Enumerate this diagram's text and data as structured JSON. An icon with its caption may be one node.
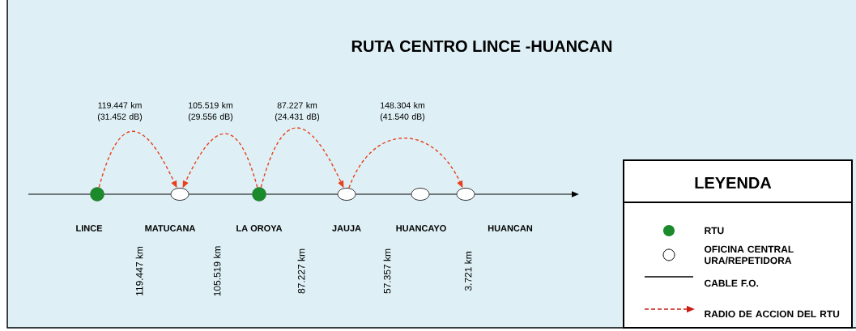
{
  "diagram": {
    "title": "RUTA CENTRO LINCE -HUANCAN",
    "nodes": [
      {
        "text": [],
        "shape": "circle",
        "beside": [
          "LINCE"
        ]
      },
      {
        "text": [],
        "shape": "ellipse",
        "beside": [
          "MATUCANA"
        ]
      },
      {
        "text": [],
        "shape": "circle",
        "beside": [
          "LA OROYA"
        ]
      },
      {
        "text": [],
        "shape": "ellipse",
        "beside": [
          "JAUJA"
        ]
      },
      {
        "text": [],
        "shape": "ellipse",
        "beside": [
          "HUANCAYO"
        ]
      },
      {
        "text": [],
        "shape": "ellipse",
        "beside": [
          "HUANCAN"
        ]
      }
    ],
    "edges": [
      {
        "from": null,
        "to": 0,
        "arrow": "none"
      },
      {
        "from": 0,
        "to": 1,
        "arrow": "none"
      },
      {
        "from": 1,
        "to": 2,
        "arrow": "none"
      },
      {
        "from": 2,
        "to": 3,
        "arrow": "none"
      },
      {
        "from": 3,
        "to": 4,
        "arrow": "none"
      },
      {
        "from": 4,
        "to": 5,
        "arrow": "none"
      },
      {
        "from": 5,
        "to": null,
        "arrow": "to"
      },
      {
        "from": 0,
        "to": 1,
        "arrow": "to",
        "label": "119.447 km (31.452 dB)",
        "style": "dashed",
        "color": "#e8401c"
      },
      {
        "from": 2,
        "to": 1,
        "arrow": "to",
        "label": "105.519 km (29.556 dB)",
        "style": "dashed",
        "color": "#e8401c"
      },
      {
        "from": 2,
        "to": 3,
        "arrow": "to",
        "label": "87.227 km (24.431 dB)",
        "style": "dashed",
        "color": "#e8401c"
      },
      {
        "from": 3,
        "to": 5,
        "arrow": "to",
        "label": "148.304 km (41.540 dB)",
        "style": "dashed",
        "color": "#e8401c"
      }
    ],
    "labels": [
      "119.447 km",
      "105.519 km",
      "87.227 km",
      "57.357 km",
      "3.721 km",
      "LEYENDA"
    ],
    "legend": [
      {
        "text": "RTU",
        "color": "#1a8a2a"
      },
      {
        "text": "OFICINA CENTRAL URA/REPETIDORA"
      },
      {
        "text": "CABLE F.O."
      },
      {
        "text": "RADIO DE ACCION DEL RTU"
      }
    ]
  }
}
